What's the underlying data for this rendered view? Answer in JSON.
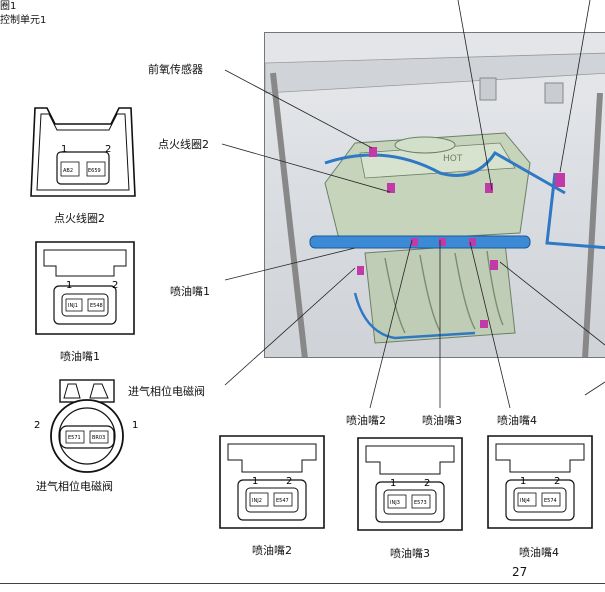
{
  "header": {
    "line1": "圈1",
    "line2": "控制单元1"
  },
  "callouts": {
    "front_o2": "前氧传感器",
    "coil2": "点火线圈2",
    "inj1": "喷油嘴1",
    "vvt": "进气相位电磁阀",
    "inj2": "喷油嘴2",
    "inj3": "喷油嘴3",
    "inj4": "喷油嘴4"
  },
  "connectors": {
    "coil2": {
      "caption": "点火线圈2",
      "pin1": "1",
      "pin2": "2",
      "wire1": "AB2",
      "wire2": "E659"
    },
    "inj1": {
      "caption": "喷油嘴1",
      "pin1": "1",
      "pin2": "2",
      "wire1": "INJ1",
      "wire2": "E548"
    },
    "vvt": {
      "caption": "进气相位电磁阀",
      "pin1": "2",
      "pin2": "1",
      "wire1": "E571",
      "wire2": "BR03"
    },
    "inj2": {
      "caption": "喷油嘴2",
      "pin1": "1",
      "pin2": "2",
      "wire1": "INJ2",
      "wire2": "E547"
    },
    "inj3": {
      "caption": "喷油嘴3",
      "pin1": "1",
      "pin2": "2",
      "wire1": "INJ3",
      "wire2": "E573"
    },
    "inj4": {
      "caption": "喷油嘴4",
      "pin1": "1",
      "pin2": "2",
      "wire1": "INJ4",
      "wire2": "E574"
    }
  },
  "photo": {
    "brand": "HOT"
  },
  "colors": {
    "harness": "#2f78c4",
    "connector": "#c23aa8",
    "engine": "#bfcfb4"
  },
  "page_number": "27"
}
